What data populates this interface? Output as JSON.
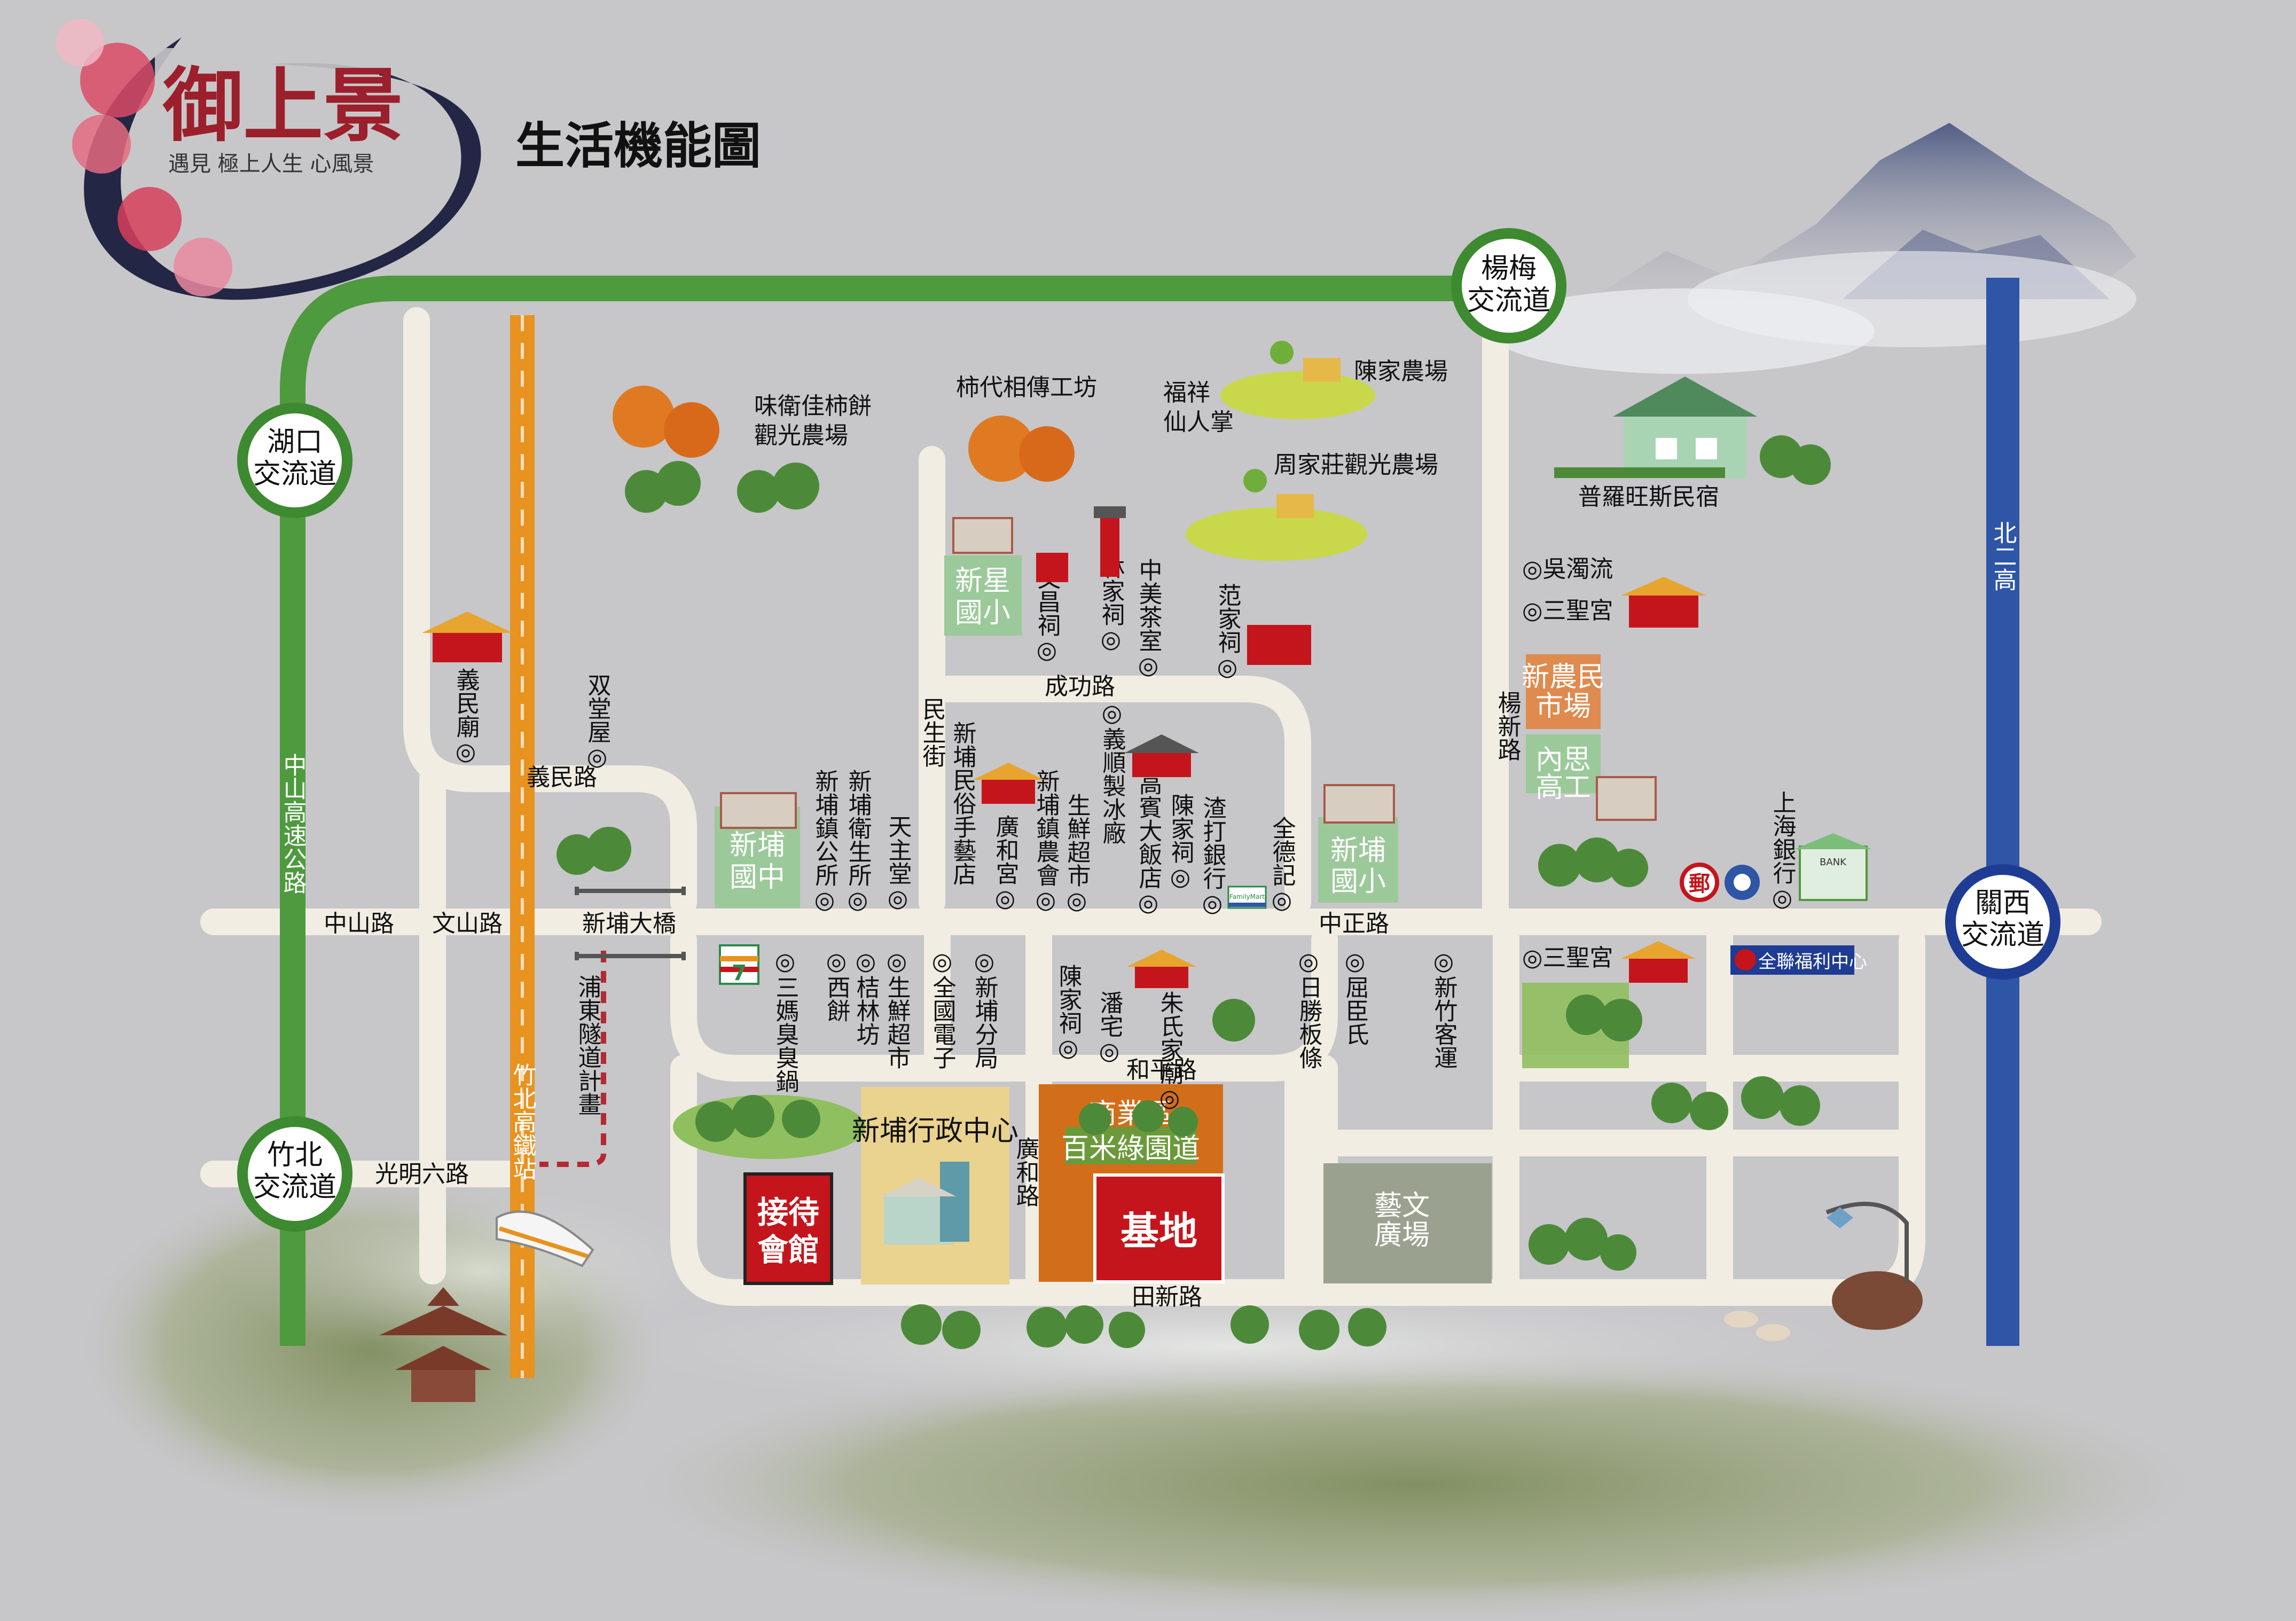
{
  "brand": {
    "name": "御上景",
    "tagline": "遇見 極上人生 心風景"
  },
  "title": "生活機能圖",
  "interchanges": {
    "hukou": "湖口\n交流道",
    "yangmei": "楊梅\n交流道",
    "zhubei": "竹北\n交流道",
    "guanxi": "關西\n交流道"
  },
  "highways": {
    "zhongshan": "中山高速公路",
    "north2": "北二高",
    "hsr": "竹北高鐵站"
  },
  "roads": {
    "zhongshan_rd": "中山路",
    "wenshan_rd": "文山路",
    "xinpu_bridge": "新埔大橋",
    "yimin_rd": "義民路",
    "zhongzheng_rd": "中正路",
    "chenggong_rd": "成功路",
    "minsheng_st": "民生街",
    "yangxin_rd": "楊新路",
    "heping_rd": "和平路",
    "guanghe_rd": "廣和路",
    "tianxin_rd": "田新路",
    "guangming6_rd": "光明六路",
    "pudong_tunnel": "浦東隧道計畫"
  },
  "places": {
    "persimmon_farm": "味衛佳柿餅\n觀光農場",
    "persimmon_workshop": "柿代相傳工坊",
    "fuxiang": "福祥\n仙人掌",
    "chen_farm": "陳家農場",
    "zhou_farm": "周家莊觀光農場",
    "provence": "普羅旺斯民宿",
    "xinxing": "新星\n國小",
    "wenchang": "文昌祠",
    "lin_shrine": "林家祠",
    "zhongmei": "中美茶室",
    "fan_shrine": "范家祠",
    "wu_zhuoliu": "◎吳濁流",
    "sansheng1": "◎三聖宮",
    "xinnongmin": "新農民\n市場",
    "neisi": "內思\n高工",
    "yimin_temple": "義民廟",
    "shuangtang": "双堂屋",
    "xinpu_junior": "新埔\n國中",
    "township_office": "新埔鎮公所",
    "health_center": "新埔衛生所",
    "catholic": "天主堂",
    "folk_craft": "新埔民俗手藝店",
    "guanghe_temple": "廣和宮",
    "farmers_assoc": "新埔鎮農會",
    "fresh_market": "生鮮超市",
    "yishun_ice": "義順製冰廠",
    "gaobin_hotel": "高賓大飯店",
    "chen_shrine": "陳家祠",
    "standard_bank": "渣打銀行",
    "quande": "全德記",
    "xinpu_elem": "新埔\n國小",
    "shanghai_bank": "上海銀行",
    "sanma": "三媽臭臭鍋",
    "xibing": "西餅",
    "jielin": "桔林坊",
    "fresh2": "生鮮超市",
    "quanguo": "全國電子",
    "branch": "新埔分局",
    "chen_shrine2": "陳家祠",
    "pan_house": "潘宅",
    "zhu_temple": "朱氏家廟",
    "rishengban": "日勝板條",
    "quchen": "屈臣氏",
    "hsinchu_bus": "新竹客運",
    "sansheng2": "◎三聖宮",
    "pxmart": "全聯福利中心",
    "reception": "接待\n會館",
    "admin_center": "新埔行政中心",
    "commercial": "商業區",
    "greenway": "百米綠園道",
    "site": "基地",
    "art_plaza": "藝文\n廣場",
    "seven": "7-ELEVEN",
    "family": "FamilyMart",
    "post": "郵",
    "bank_sign": "BANK"
  },
  "colors": {
    "background": "#c7c6c9",
    "road": "#f1ede3",
    "highway_green": "#4e9a3e",
    "north2_blue": "#2e55a6",
    "hsr_orange": "#e8921f",
    "interchange_ring_green": "#3d8a30",
    "interchange_ring_blue": "#1f3c94",
    "school_green": "#9cc99a",
    "market_orange": "#df8a4e",
    "site_red": "#c4151c",
    "commercial_orange": "#d26e1a",
    "admin_beige": "#ead28f",
    "plaza_gray": "#9aa28f",
    "brand_red": "#9c1f2c"
  }
}
